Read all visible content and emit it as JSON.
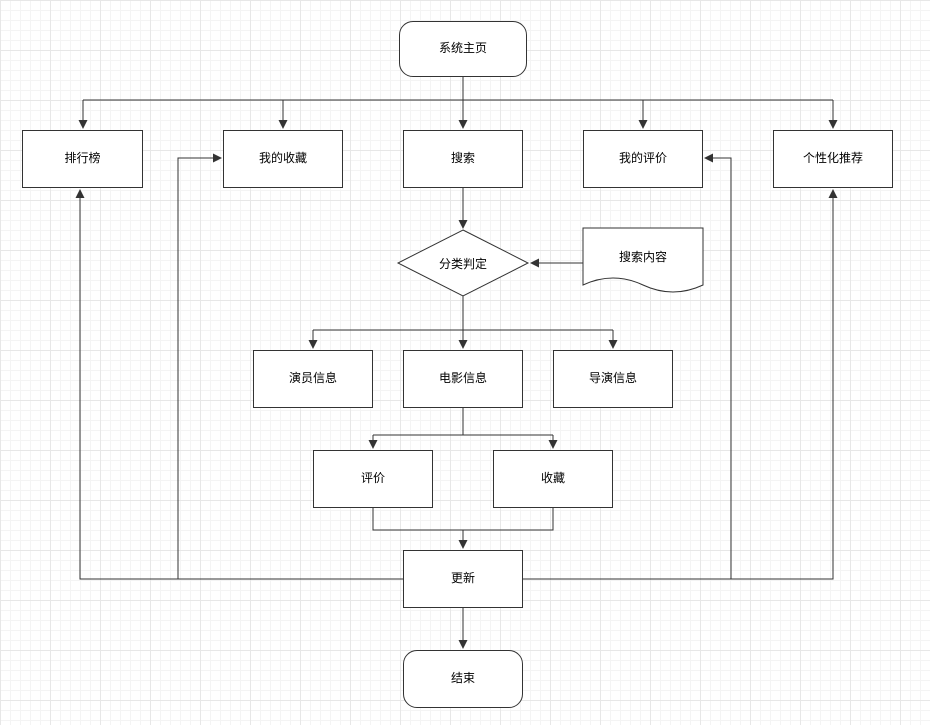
{
  "diagram": {
    "nodes": {
      "home": {
        "label": "系统主页",
        "type": "rounded-rect"
      },
      "ranking": {
        "label": "排行榜",
        "type": "rect"
      },
      "favorites": {
        "label": "我的收藏",
        "type": "rect"
      },
      "search": {
        "label": "搜索",
        "type": "rect"
      },
      "my_reviews": {
        "label": "我的评价",
        "type": "rect"
      },
      "recommendation": {
        "label": "个性化推荐",
        "type": "rect"
      },
      "classification": {
        "label": "分类判定",
        "type": "diamond"
      },
      "search_content": {
        "label": "搜索内容",
        "type": "document"
      },
      "actor_info": {
        "label": "演员信息",
        "type": "rect"
      },
      "movie_info": {
        "label": "电影信息",
        "type": "rect"
      },
      "director_info": {
        "label": "导演信息",
        "type": "rect"
      },
      "rate": {
        "label": "评价",
        "type": "rect"
      },
      "collect": {
        "label": "收藏",
        "type": "rect"
      },
      "update": {
        "label": "更新",
        "type": "rect"
      },
      "end": {
        "label": "结束",
        "type": "rounded-rect"
      }
    },
    "edges": [
      {
        "from": "home",
        "to": "ranking"
      },
      {
        "from": "home",
        "to": "favorites"
      },
      {
        "from": "home",
        "to": "search"
      },
      {
        "from": "home",
        "to": "my_reviews"
      },
      {
        "from": "home",
        "to": "recommendation"
      },
      {
        "from": "search",
        "to": "classification"
      },
      {
        "from": "search_content",
        "to": "classification"
      },
      {
        "from": "classification",
        "to": "actor_info"
      },
      {
        "from": "classification",
        "to": "movie_info"
      },
      {
        "from": "classification",
        "to": "director_info"
      },
      {
        "from": "movie_info",
        "to": "rate"
      },
      {
        "from": "movie_info",
        "to": "collect"
      },
      {
        "from": "rate",
        "to": "update"
      },
      {
        "from": "collect",
        "to": "update"
      },
      {
        "from": "update",
        "to": "end"
      },
      {
        "from": "update",
        "to": "ranking"
      },
      {
        "from": "update",
        "to": "favorites"
      },
      {
        "from": "update",
        "to": "my_reviews"
      },
      {
        "from": "update",
        "to": "recommendation"
      }
    ],
    "colors": {
      "background": "#ffffff",
      "node_fill": "#ffffff",
      "node_stroke": "#333333",
      "text": "#000000",
      "grid_minor": "#f4f4f4",
      "grid_major": "#e7e7e7"
    }
  }
}
